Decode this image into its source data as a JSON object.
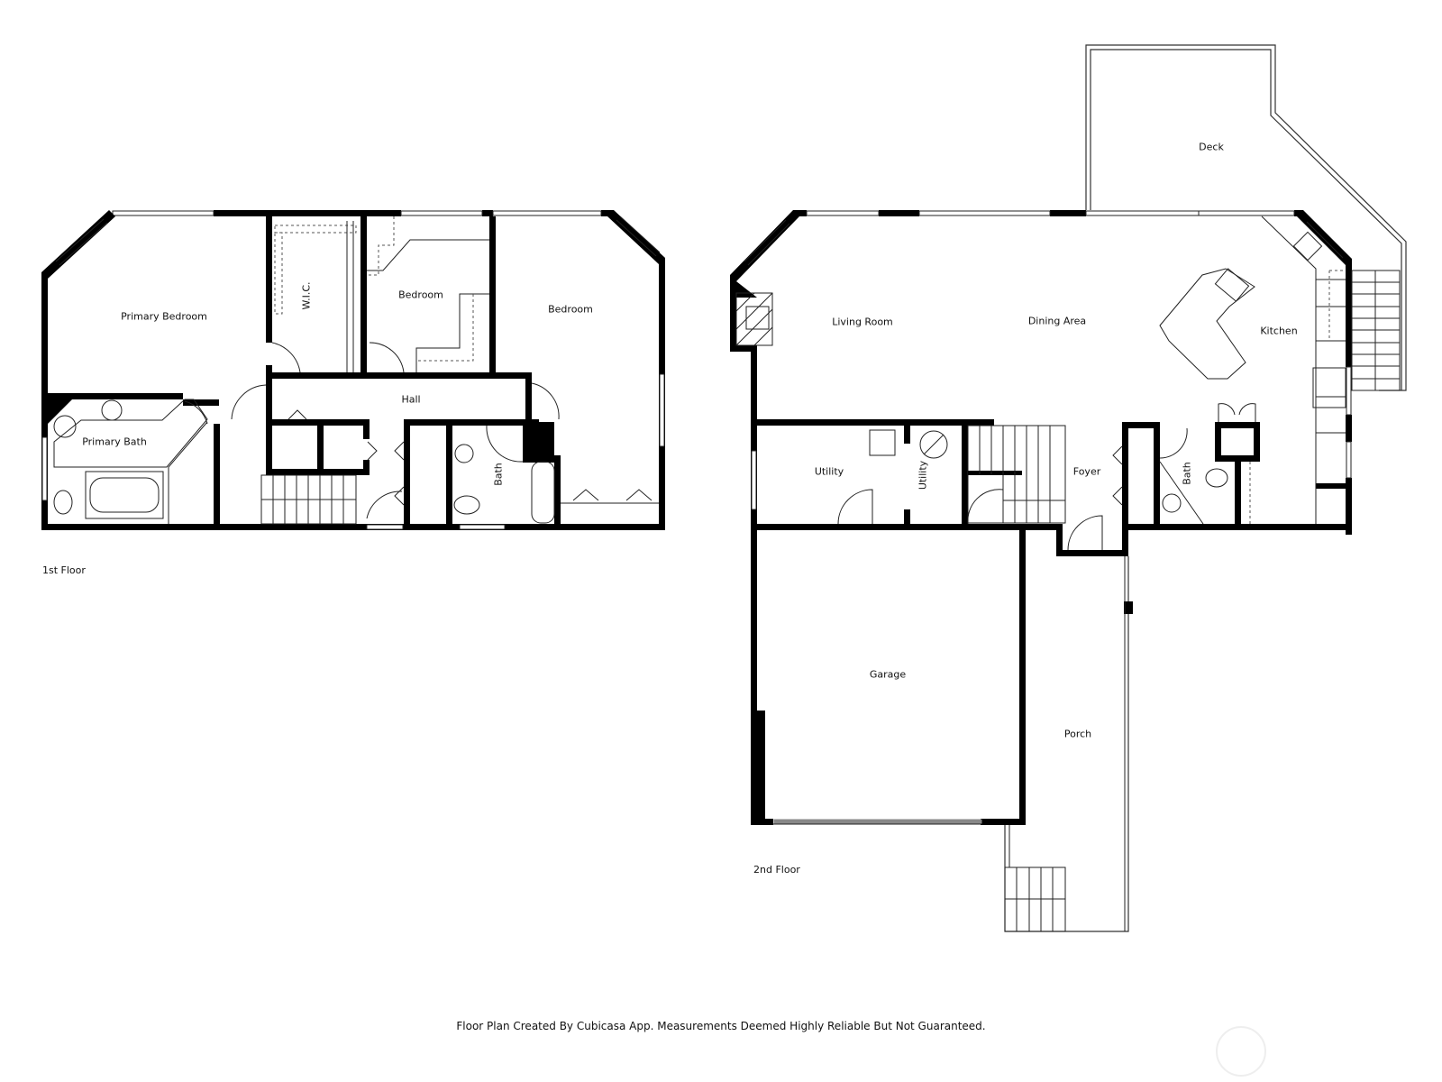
{
  "floors": [
    {
      "label": "1st Floor",
      "rooms": [
        {
          "name": "Primary Bedroom"
        },
        {
          "name": "W.I.C."
        },
        {
          "name": "Bedroom"
        },
        {
          "name": "Bedroom"
        },
        {
          "name": "Hall"
        },
        {
          "name": "Primary Bath"
        },
        {
          "name": "Bath"
        }
      ]
    },
    {
      "label": "2nd Floor",
      "rooms": [
        {
          "name": "Deck"
        },
        {
          "name": "Living Room"
        },
        {
          "name": "Dining Area"
        },
        {
          "name": "Kitchen"
        },
        {
          "name": "Utility"
        },
        {
          "name": "Utility"
        },
        {
          "name": "Foyer"
        },
        {
          "name": "Bath"
        },
        {
          "name": "Garage"
        },
        {
          "name": "Porch"
        }
      ]
    }
  ],
  "footer": {
    "disclaimer": "Floor Plan Created By Cubicasa App. Measurements Deemed Highly Reliable But Not Guaranteed."
  },
  "colors": {
    "wall": "#000000",
    "background": "#ffffff",
    "line": "#222222"
  }
}
